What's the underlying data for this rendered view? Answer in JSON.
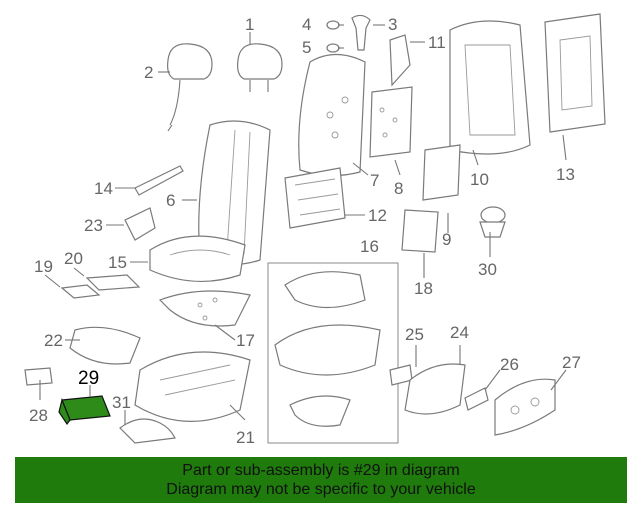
{
  "colors": {
    "banner": "#1e7b0c",
    "highlight_part": "#2e8b1a"
  },
  "callouts": [
    "1",
    "2",
    "3",
    "4",
    "5",
    "6",
    "7",
    "8",
    "9",
    "10",
    "11",
    "12",
    "13",
    "14",
    "15",
    "16",
    "17",
    "18",
    "19",
    "20",
    "21",
    "22",
    "23",
    "24",
    "25",
    "26",
    "27",
    "28",
    "29",
    "30",
    "31"
  ],
  "highlighted_callout": "29",
  "banner": {
    "line1": "Part or sub-assembly is #29 in diagram",
    "line2": "Diagram may not be specific to your vehicle"
  }
}
